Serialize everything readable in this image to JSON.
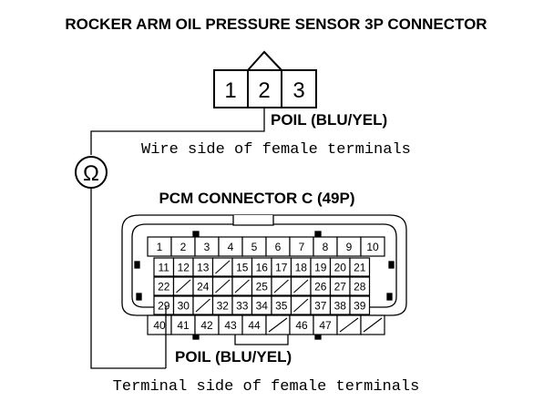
{
  "title": "ROCKER ARM OIL PRESSURE SENSOR 3P CONNECTOR",
  "sensor_connector": {
    "pins": [
      "1",
      "2",
      "3"
    ],
    "wire_label": "POIL (BLU/YEL)",
    "side_label": "Wire side of female terminals"
  },
  "meter_symbol": "Ω",
  "pcm_connector": {
    "title": "PCM CONNECTOR C (49P)",
    "rows": [
      [
        "1",
        "2",
        "3",
        "4",
        "5",
        "6",
        "7",
        "8",
        "9",
        "10"
      ],
      [
        "11",
        "12",
        "13",
        "",
        "15",
        "16",
        "17",
        "18",
        "19",
        "20",
        "21"
      ],
      [
        "22",
        "",
        "24",
        "",
        "",
        "25",
        "",
        "",
        "26",
        "27",
        "28"
      ],
      [
        "29",
        "30",
        "",
        "32",
        "33",
        "34",
        "35",
        "",
        "37",
        "38",
        "39"
      ],
      [
        "40",
        "41",
        "42",
        "43",
        "44",
        "",
        "46",
        "47",
        "",
        ""
      ]
    ],
    "wire_label": "POIL (BLU/YEL)",
    "side_label": "Terminal side of female terminals"
  }
}
